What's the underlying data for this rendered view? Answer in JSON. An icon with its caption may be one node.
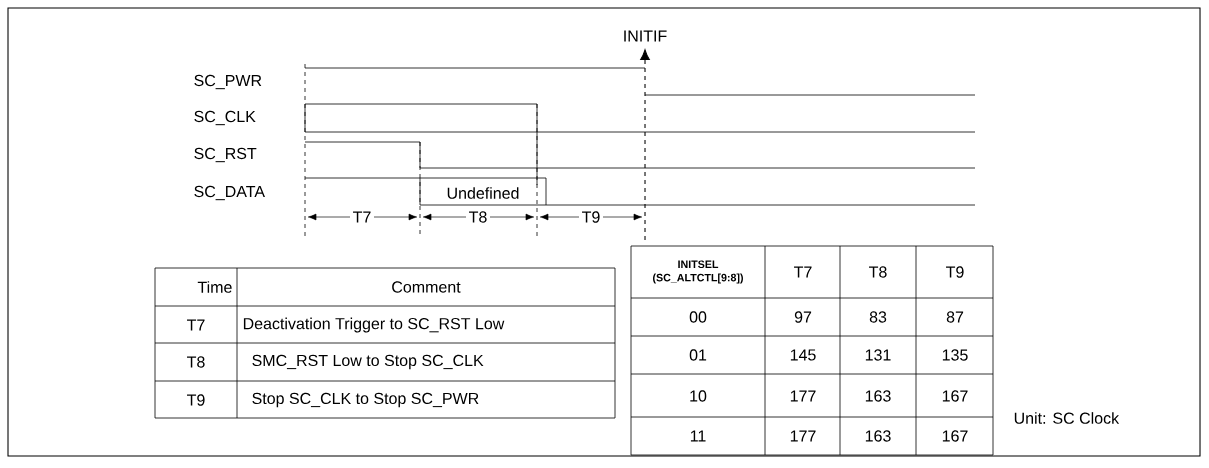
{
  "diagram": {
    "labels": [
      "SC_PWR",
      "SC_CLK",
      "SC_RST",
      "SC_DATA",
      "Undefined",
      "T7",
      "T8",
      "T9",
      "Time",
      "Comment",
      "T7",
      "Deactivation Trigger to SC_RST Low",
      "T8",
      "SMC_RST Low to Stop SC_CLK",
      "T9",
      "Stop SC_CLK to Stop SC_PWR",
      "INITSEL (SC_ALTCTL[9:8])",
      "T7",
      "T8",
      "T9",
      "00",
      "97",
      "83",
      "87",
      "01",
      "145",
      "131",
      "135",
      "10",
      "177",
      "163",
      "167",
      "11",
      "177",
      "163",
      "167",
      "Unit: SC Clock",
      "INITIF"
    ]
  }
}
